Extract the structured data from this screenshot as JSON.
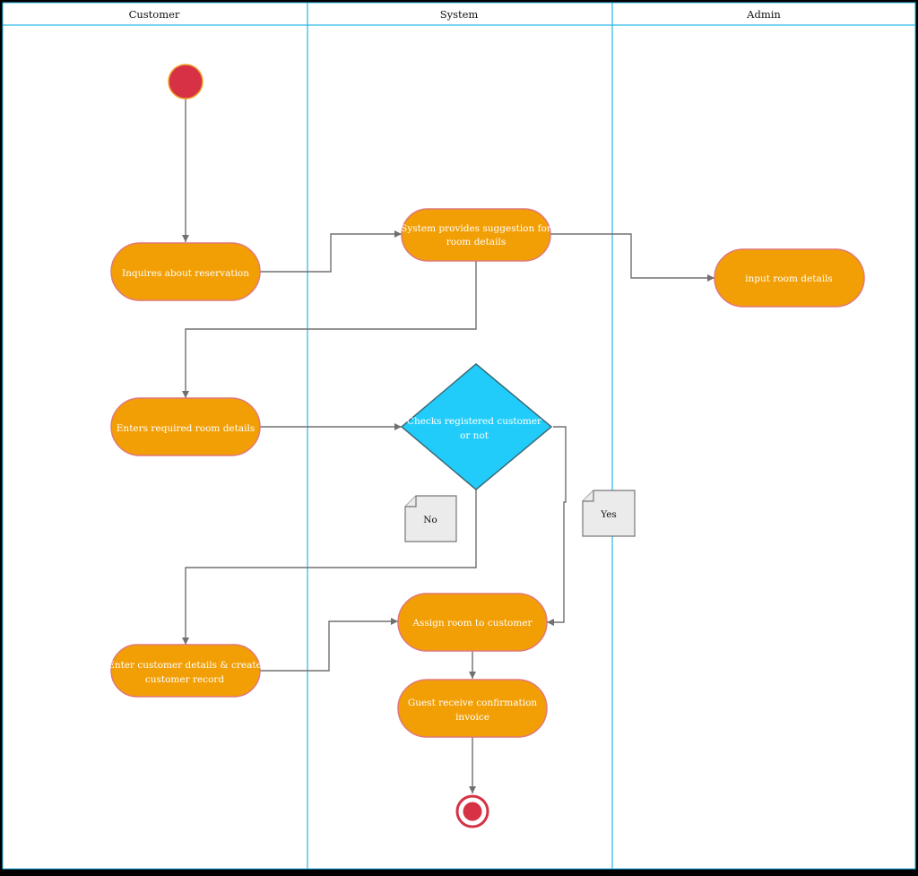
{
  "lanes": [
    "Customer",
    "System",
    "Admin"
  ],
  "nodes": {
    "inquires": [
      "Inquires  about  reservation"
    ],
    "suggestion": [
      "System  provides  suggestion  for",
      "room  details"
    ],
    "input_room": [
      "input  room  details"
    ],
    "enters": [
      "Enters  required  room  details"
    ],
    "decision": [
      "Checks  registered  customer",
      "or  not"
    ],
    "enter_customer": [
      "Enter  customer  details  & create",
      "customer  record"
    ],
    "assign": [
      "Assign room  to  customer"
    ],
    "confirmation": [
      "Guest  receive  confirmation",
      "invoice"
    ]
  },
  "notes": {
    "no": "No",
    "yes": "Yes"
  },
  "colors": {
    "activity_fill": "#F29F05",
    "activity_stroke": "#E0787A",
    "decision_fill": "#22CCFA",
    "lane_line": "#29B6E6",
    "start_fill": "#D63145",
    "start_stroke": "#F2A22B",
    "end_fill": "#D63145",
    "connector": "#707070",
    "note_fill": "#EBEBEB",
    "note_stroke": "#777777"
  }
}
